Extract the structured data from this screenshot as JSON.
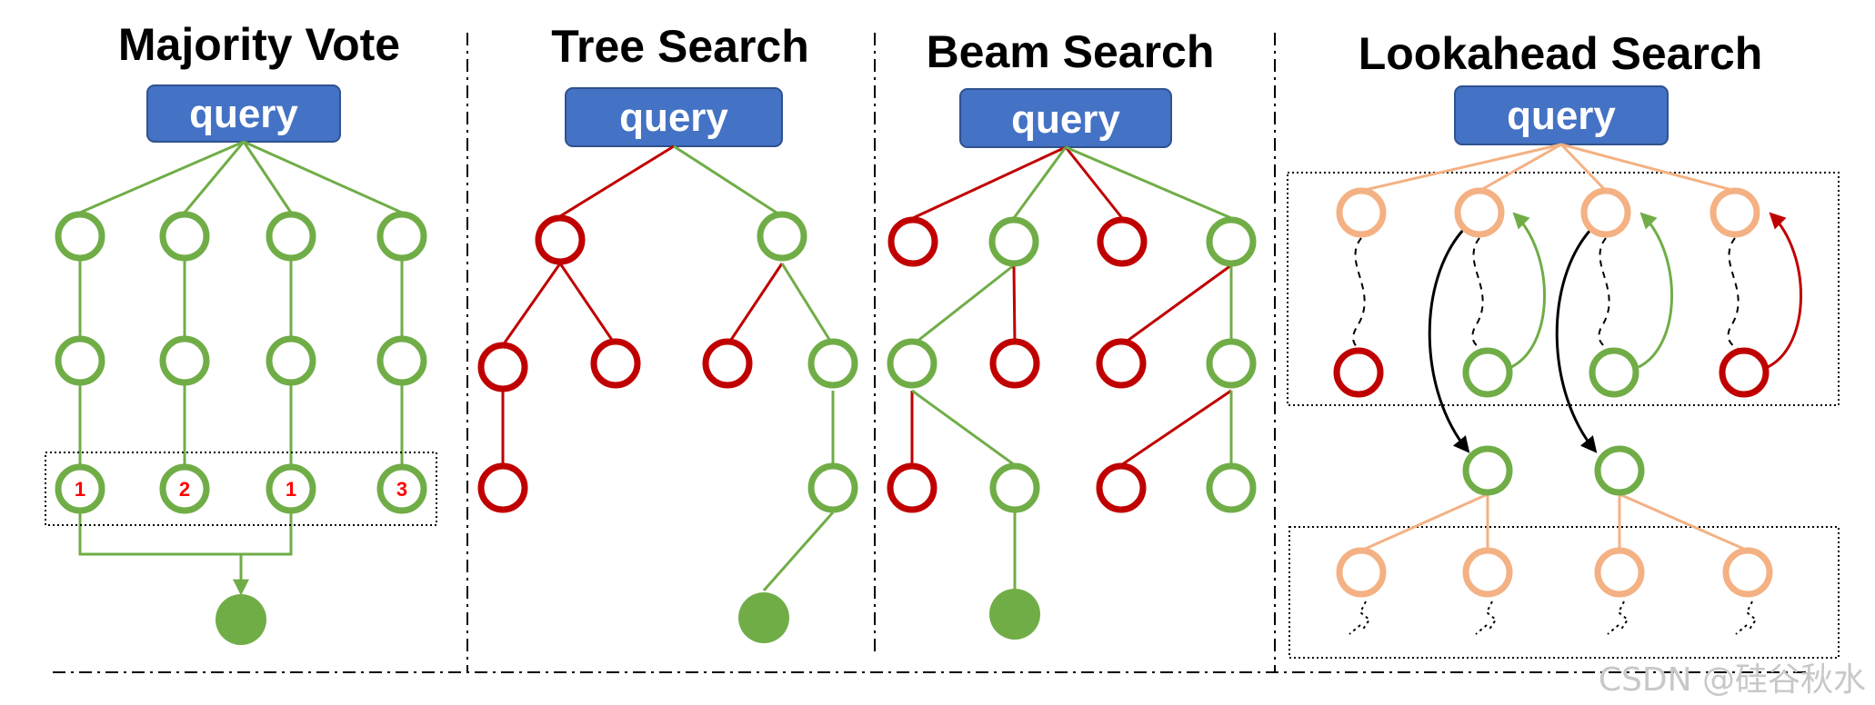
{
  "colors": {
    "green": "#70ad47",
    "red": "#c00000",
    "orange": "#f4b183",
    "query_fill": "#4472c4",
    "query_border": "#2f528f",
    "black": "#000000"
  },
  "panels": [
    {
      "title": "Majority Vote",
      "query": "query",
      "votes": [
        "1",
        "2",
        "1",
        "3"
      ]
    },
    {
      "title": "Tree Search",
      "query": "query"
    },
    {
      "title": "Beam Search",
      "query": "query"
    },
    {
      "title": "Lookahead Search",
      "query": "query"
    }
  ],
  "watermark": "CSDN @硅谷秋水"
}
